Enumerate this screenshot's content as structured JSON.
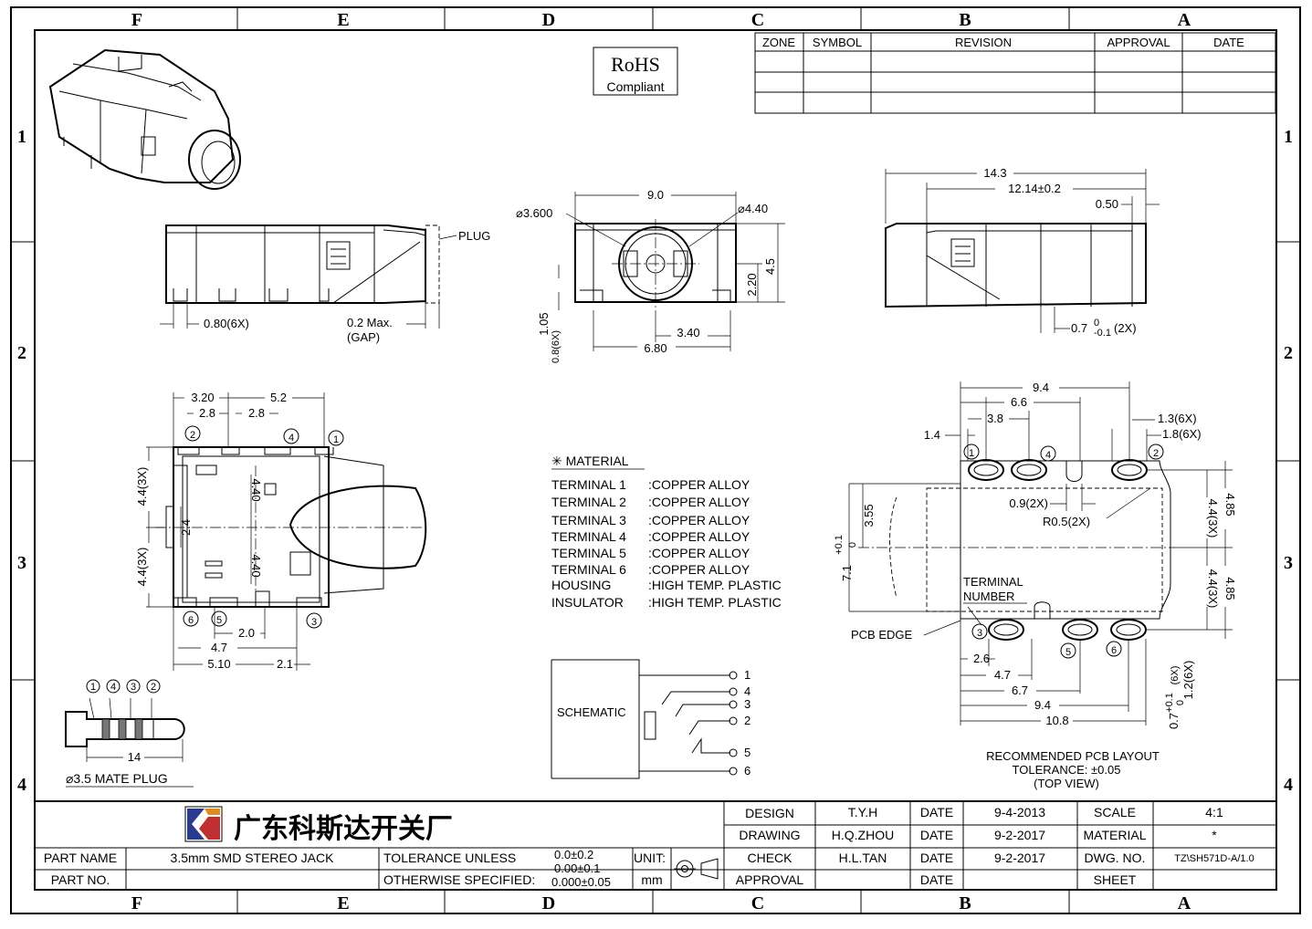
{
  "frame": {
    "col_labels": [
      "F",
      "E",
      "D",
      "C",
      "B",
      "A"
    ],
    "row_labels": [
      "1",
      "2",
      "3",
      "4"
    ]
  },
  "rohs": {
    "line1": "RoHS",
    "line2": "Compliant"
  },
  "revision_table": {
    "headers": [
      "ZONE",
      "SYMBOL",
      "REVISION",
      "APPROVAL",
      "DATE"
    ]
  },
  "side_view": {
    "plug_label": "PLUG",
    "dim_pitch": "0.80(6X)",
    "dim_gap_1": "0.2 Max.",
    "dim_gap_2": "(GAP)"
  },
  "front_view": {
    "dim_width": "9.0",
    "dim_hole": "⌀3.600",
    "dim_outer": "⌀4.40",
    "dim_h1": "1.05",
    "dim_h2": "0.8(6X)",
    "dim_220": "2.20",
    "dim_45": "4.5",
    "dim_340": "3.40",
    "dim_680": "6.80"
  },
  "right_view": {
    "dim_143": "14.3",
    "dim_1214": "12.14±0.2",
    "dim_050": "0.50",
    "dim_07": "0.7",
    "dim_07_tol_top": "0",
    "dim_07_tol_bot": "-0.1",
    "dim_07_suffix": "(2X)"
  },
  "top_view": {
    "dim_320": "3.20",
    "dim_52": "5.2",
    "dim_28a": "2.8",
    "dim_28b": "2.8",
    "dim_44_3x_a": "4.4(3X)",
    "dim_44_3x_b": "4.4(3X)",
    "dim_24": "2.4",
    "dim_440a": "4.40",
    "dim_440b": "4.40",
    "dim_20": "2.0",
    "dim_47": "4.7",
    "dim_510": "5.10",
    "dim_21": "2.1",
    "pins": [
      "2",
      "4",
      "1",
      "6",
      "5",
      "3"
    ]
  },
  "mate_plug": {
    "pins": [
      "1",
      "4",
      "3",
      "2"
    ],
    "dim_14": "14",
    "label": "⌀3.5 MATE PLUG"
  },
  "material": {
    "title": "✳ MATERIAL",
    "rows": [
      {
        "item": "TERMINAL 1",
        "value": ":COPPER ALLOY"
      },
      {
        "item": "TERMINAL 2",
        "value": ":COPPER ALLOY"
      },
      {
        "item": "TERMINAL 3",
        "value": ":COPPER ALLOY"
      },
      {
        "item": "TERMINAL 4",
        "value": ":COPPER ALLOY"
      },
      {
        "item": "TERMINAL 5",
        "value": ":COPPER ALLOY"
      },
      {
        "item": "TERMINAL 6",
        "value": ":COPPER ALLOY"
      },
      {
        "item": "HOUSING",
        "value": ":HIGH TEMP. PLASTIC"
      },
      {
        "item": "INSULATOR",
        "value": ":HIGH TEMP. PLASTIC"
      }
    ]
  },
  "schematic": {
    "label": "SCHEMATIC",
    "pins": [
      "1",
      "4",
      "3",
      "2",
      "5",
      "6"
    ]
  },
  "pcb_layout": {
    "dim_94": "9.4",
    "dim_66": "6.6",
    "dim_38": "3.8",
    "dim_14": "1.4",
    "dim_13": "1.3(6X)",
    "dim_18": "1.8(6X)",
    "dim_09": "0.9(2X)",
    "dim_r05": "R0.5(2X)",
    "dim_355": "3.55",
    "dim_71": "7.1",
    "dim_71_tol_top": "+0.1",
    "dim_71_tol_bot": "0",
    "dim_44a": "4.4(3X)",
    "dim_485a": "4.85",
    "dim_44b": "4.4(3X)",
    "dim_485b": "4.85",
    "terminal_1": "TERMINAL",
    "terminal_2": "NUMBER",
    "pcb_edge": "PCB EDGE",
    "dim_26": "2.6",
    "dim_47": "4.7",
    "dim_67": "6.7",
    "dim_94b": "9.4",
    "dim_108": "10.8",
    "dim_07": "0.7",
    "dim_07_tol_top": "+0.1",
    "dim_07_tol_bot": "0",
    "dim_07_suffix": "(6X)",
    "dim_12": "1.2(6X)",
    "pins": [
      "1",
      "4",
      "2",
      "3",
      "5",
      "6"
    ],
    "note1": "RECOMMENDED PCB LAYOUT",
    "note2": "TOLERANCE: ±0.05",
    "note3": "(TOP VIEW)"
  },
  "title_block": {
    "company": "广东科斯达开关厂",
    "design_label": "DESIGN",
    "design_by": "T.Y.H",
    "design_date_label": "DATE",
    "design_date": "9-4-2013",
    "drawing_label": "DRAWING",
    "drawing_by": "H.Q.ZHOU",
    "drawing_date_label": "DATE",
    "drawing_date": "9-2-2017",
    "check_label": "CHECK",
    "check_by": "H.L.TAN",
    "check_date_label": "DATE",
    "check_date": "9-2-2017",
    "approval_label": "APPROVAL",
    "approval_date_label": "DATE",
    "scale_label": "SCALE",
    "scale_value": "4:1",
    "material_label": "MATERIAL",
    "material_value": "*",
    "dwg_label": "DWG. NO.",
    "dwg_value": "TZ\\SH571D-A/1.0",
    "sheet_label": "SHEET",
    "part_name_label": "PART NAME",
    "part_name": "3.5mm SMD STEREO JACK",
    "part_no_label": "PART NO.",
    "tolerance_1": "TOLERANCE UNLESS",
    "tolerance_2": "OTHERWISE SPECIFIED:",
    "tol_a": "0.0±0.2",
    "tol_b": "0.00±0.1",
    "tol_c": "0.000±0.05",
    "unit_label": "UNIT:",
    "unit_value": "mm"
  }
}
